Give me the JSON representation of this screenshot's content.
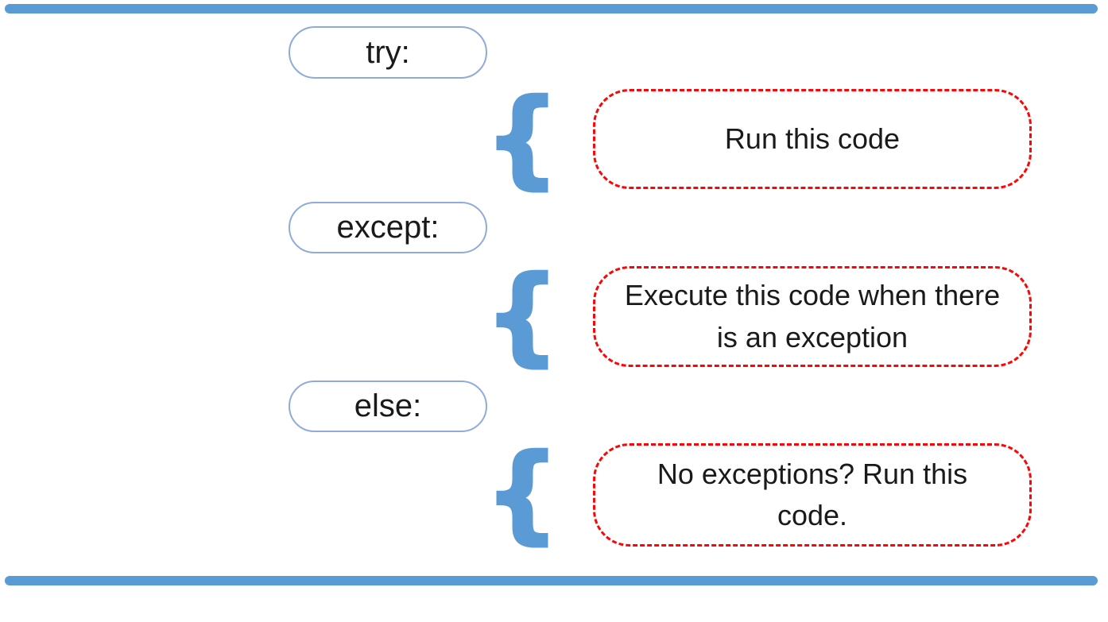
{
  "colors": {
    "line-blue": "#5b9bd5",
    "pill-border": "#8faadc",
    "dash-red": "#fe0505",
    "text": "#1a1a1a"
  },
  "brace_glyph": "{",
  "rows": [
    {
      "keyword": "try:",
      "description": "Run this code"
    },
    {
      "keyword": "except:",
      "description": "Execute this code when there is an exception"
    },
    {
      "keyword": "else:",
      "description": "No exceptions? Run this code."
    }
  ]
}
